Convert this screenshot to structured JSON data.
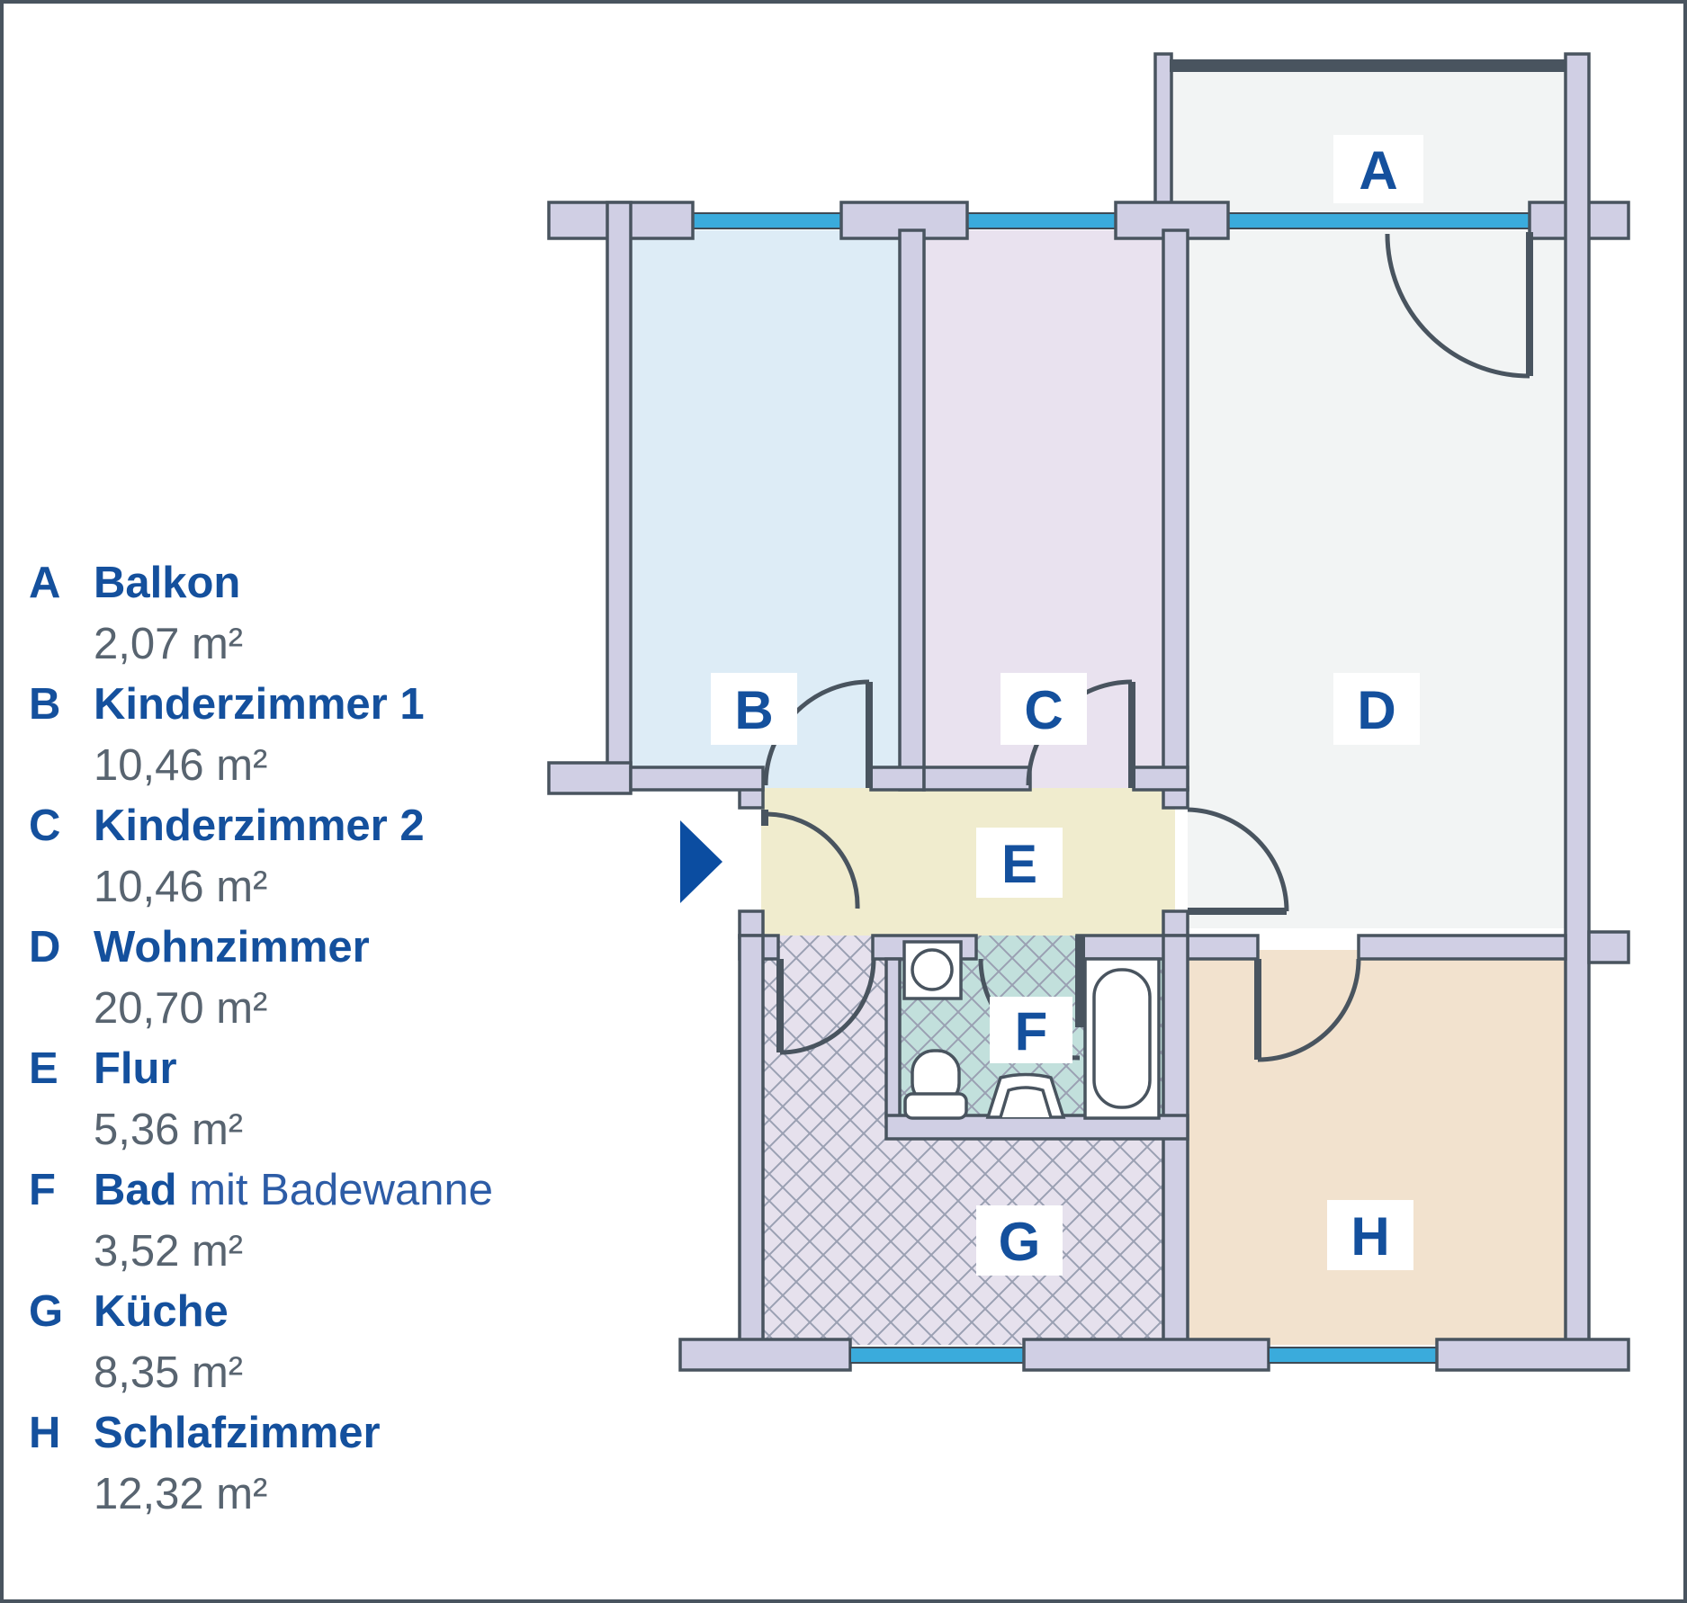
{
  "title": "Wohnungsgrundriss",
  "palette": {
    "legend_blue": "#14509d",
    "legend_suffix_blue": "#2d5ca6",
    "area_gray": "#586470",
    "wall_fill": "#d0cfe4",
    "wall_line": "#49545f",
    "window_blue": "#3aabdc",
    "room_a_fill": "#f2f4f4",
    "room_b_fill": "#ddecf6",
    "room_c_fill": "#e9e2ef",
    "room_d_fill": "#f2f4f4",
    "room_e_fill": "#f0ecce",
    "room_f_fill": "#c2e0dc",
    "room_g_fill": "#e6e1ed",
    "room_h_fill": "#f2e2ce",
    "arrow_blue": "#0b4da1"
  },
  "legend": {
    "items": [
      {
        "letter": "A",
        "name": "Balkon",
        "suffix": "",
        "area": "2,07 m²"
      },
      {
        "letter": "B",
        "name": "Kinderzimmer 1",
        "suffix": "",
        "area": "10,46 m²"
      },
      {
        "letter": "C",
        "name": "Kinderzimmer 2",
        "suffix": "",
        "area": "10,46 m²"
      },
      {
        "letter": "D",
        "name": "Wohnzimmer",
        "suffix": "",
        "area": "20,70 m²"
      },
      {
        "letter": "E",
        "name": "Flur",
        "suffix": "",
        "area": "5,36 m²"
      },
      {
        "letter": "F",
        "name": "Bad",
        "suffix": " mit Badewanne",
        "area": "3,52 m²"
      },
      {
        "letter": "G",
        "name": "Küche",
        "suffix": "",
        "area": "8,35 m²"
      },
      {
        "letter": "H",
        "name": "Schlafzimmer",
        "suffix": "",
        "area": "12,32 m²"
      }
    ]
  },
  "plan": {
    "room_labels": [
      "A",
      "B",
      "C",
      "D",
      "E",
      "F",
      "G",
      "H"
    ]
  }
}
